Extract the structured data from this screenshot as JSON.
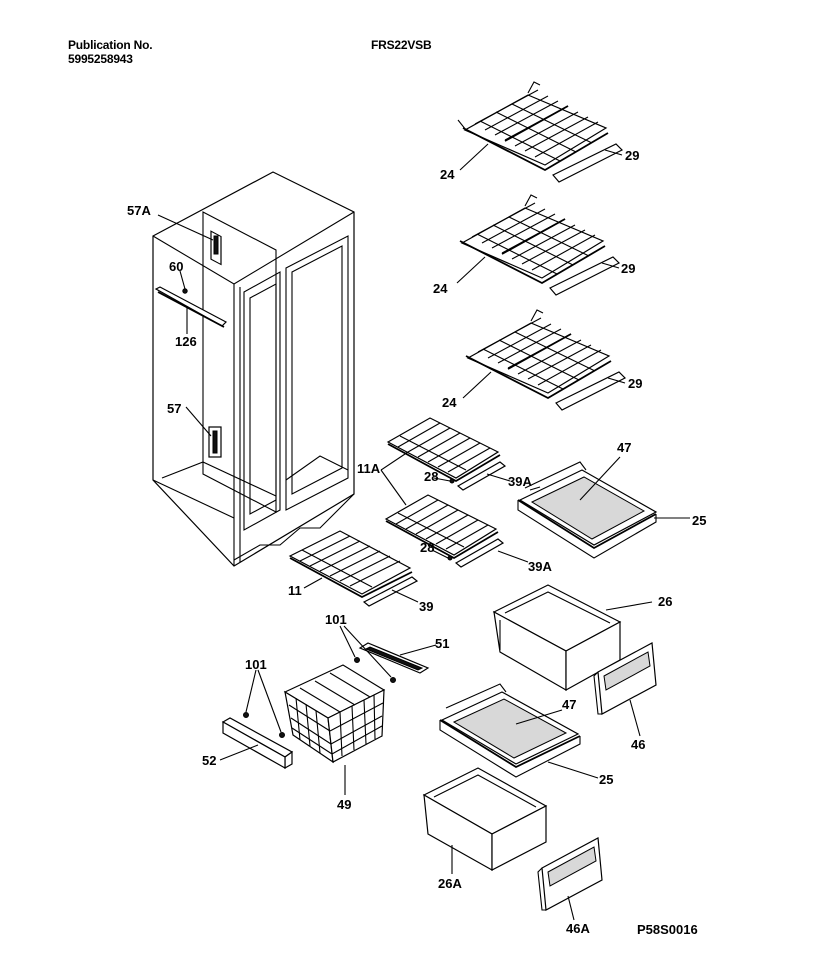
{
  "header": {
    "publication_label": "Publication No.",
    "publication_number": "5995258943",
    "model": "FRS22VSB"
  },
  "drawing_id": "P58S0016",
  "callouts": {
    "c24a": "24",
    "c29a": "29",
    "c24b": "24",
    "c29b": "29",
    "c24c": "24",
    "c29c": "29",
    "c57A": "57A",
    "c60": "60",
    "c126": "126",
    "c57": "57",
    "c11A": "11A",
    "c28a": "28",
    "c39Aa": "39A",
    "c47a": "47",
    "c25a": "25",
    "c28b": "28",
    "c39Ab": "39A",
    "c11": "11",
    "c39": "39",
    "c26": "26",
    "c101a": "101",
    "c51": "51",
    "c101b": "101",
    "c52": "52",
    "c49": "49",
    "c47b": "47",
    "c46": "46",
    "c25b": "25",
    "c26A": "26A",
    "c46A": "46A"
  }
}
